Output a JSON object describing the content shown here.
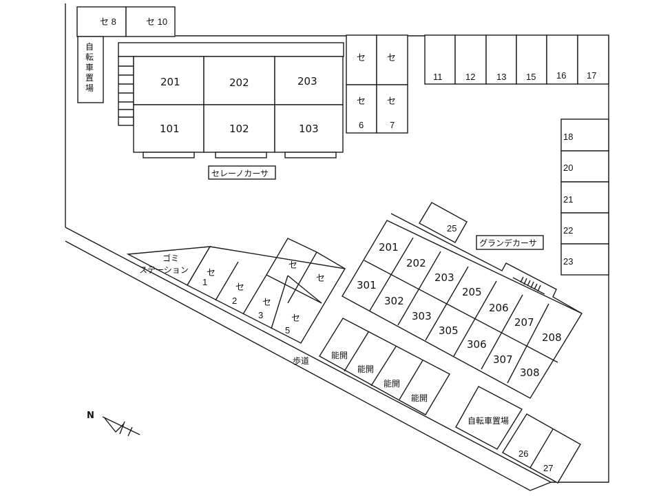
{
  "map": {
    "north_label": "N",
    "sidewalk_label": "歩道",
    "bike_parking_top_label": "自転車置場",
    "bike_parking_bottom_label": "自転車置場",
    "garbage_station_line1": "ゴミ",
    "garbage_station_line2": "ステーション",
    "building_a": {
      "name": "セレーノカーサ",
      "units": {
        "u201": "201",
        "u202": "202",
        "u203": "203",
        "u101": "101",
        "u102": "102",
        "u103": "103"
      }
    },
    "building_b": {
      "name": "グランデカーサ",
      "units": {
        "u201": "201",
        "u202": "202",
        "u203": "203",
        "u205": "205",
        "u206": "206",
        "u207": "207",
        "u208": "208",
        "u301": "301",
        "u302": "302",
        "u303": "303",
        "u305": "305",
        "u306": "306",
        "u307": "307",
        "u308": "308"
      }
    },
    "parking": {
      "se_mark": "セ",
      "se8": "セ 8",
      "se10": "セ 10",
      "p6": "6",
      "p7": "7",
      "p1": "1",
      "p2": "2",
      "p3": "3",
      "p5": "5",
      "p11": "11",
      "p12": "12",
      "p13": "13",
      "p15": "15",
      "p16": "16",
      "p17": "17",
      "p18": "18",
      "p20": "20",
      "p21": "21",
      "p22": "22",
      "p23": "23",
      "p25": "25",
      "p26": "26",
      "p27": "27",
      "nokai": "能開"
    }
  }
}
